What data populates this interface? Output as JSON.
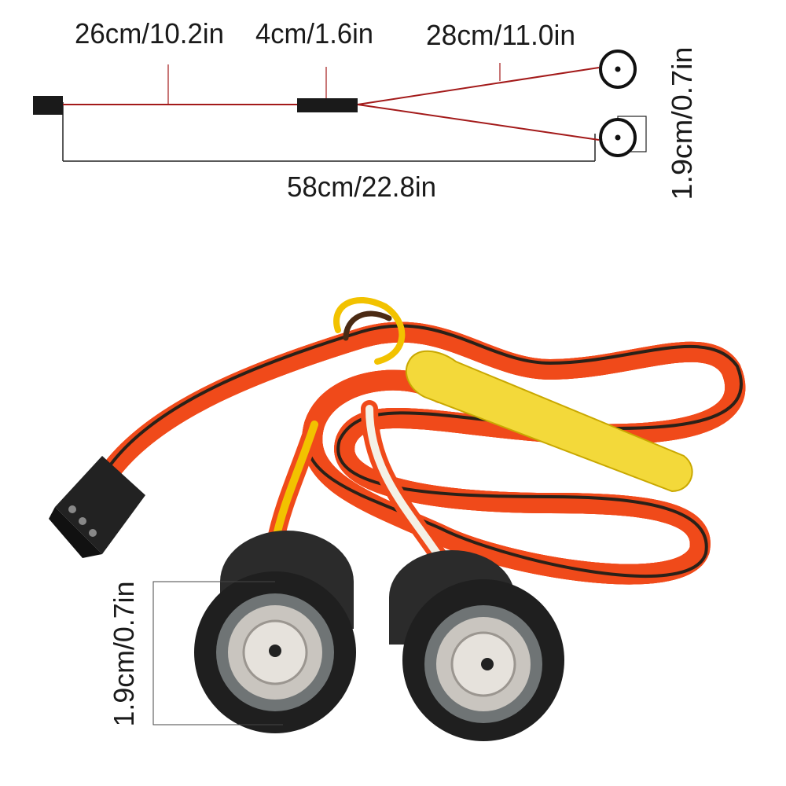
{
  "diagram": {
    "segment_connector_to_module": "26cm/10.2in",
    "segment_module": "4cm/1.6in",
    "segment_module_to_lights": "28cm/11.0in",
    "total_length": "58cm/22.8in",
    "light_diameter": "1.9cm/0.7in"
  },
  "photo": {
    "light_diameter": "1.9cm/0.7in"
  },
  "colors": {
    "wire_line": "#a31a1a",
    "dimension_line": "#222222",
    "wire_black": "#2a2118",
    "wire_yellow": "#f2c200",
    "wire_orange": "#f04a1a",
    "wire_white": "#f4f1e6",
    "sleeve_yellow": "#f3d93a"
  }
}
